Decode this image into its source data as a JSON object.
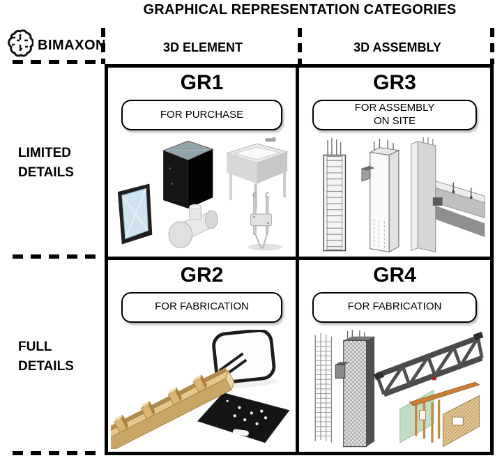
{
  "title": "GRAPHICAL REPRESENTATION CATEGORIES",
  "logo": {
    "brand": "BIMAXON",
    "icon": "brain-logo-icon"
  },
  "matrix": {
    "columns": {
      "col1": "3D ELEMENT",
      "col2": "3D ASSEMBLY"
    },
    "rows": {
      "row1": "LIMITED\nDETAILS",
      "row2": "FULL\nDETAILS"
    }
  },
  "cells": {
    "gr1": {
      "id": "GR1",
      "tag": "FOR PURCHASE",
      "items": [
        "window-3d",
        "black-cabinet-3d",
        "sink-3d",
        "valve-fitting-3d",
        "fixture-carrier-3d"
      ]
    },
    "gr3": {
      "id": "GR3",
      "tag": "FOR ASSEMBLY\nON SITE",
      "items": [
        "reinforced-column-3d",
        "precast-column-3d",
        "beam-column-joint-3d"
      ]
    },
    "gr2": {
      "id": "GR2",
      "tag": "FOR FABRICATION",
      "items": [
        "timber-beam-3d",
        "tube-frame-3d",
        "steel-base-plate-3d"
      ]
    },
    "gr4": {
      "id": "GR4",
      "tag": "FOR FABRICATION",
      "items": [
        "rebar-cage-3d",
        "detailed-column-3d",
        "steel-truss-3d",
        "timber-wall-assembly-3d"
      ]
    }
  },
  "colors": {
    "ink": "#000000",
    "glass_blue": "#cfe4ef",
    "wood": "#c9a566",
    "wood_light": "#e6c88f",
    "wood_frame": "#c97f35",
    "panel_green": "#c2dcc6",
    "steel_dark": "#4a4a4a",
    "accent_red": "#a02020"
  }
}
